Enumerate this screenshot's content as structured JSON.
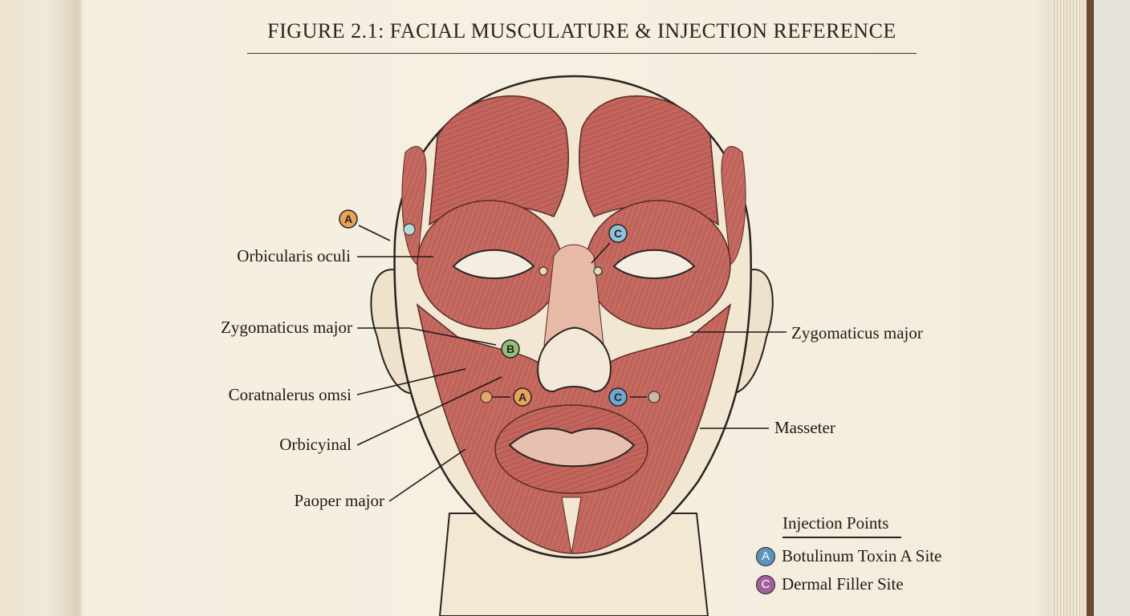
{
  "title": "FIGURE 2.1: FACIAL MUSCULATURE & INJECTION REFERENCE",
  "labels_left": [
    "Orbicularis oculi",
    "Zygomaticus major",
    "Coratnalerus omsi",
    "Orbicyinal",
    "Paoper major"
  ],
  "labels_right": [
    "Zygomaticus major",
    "Masseter"
  ],
  "markers": [
    {
      "letter": "A",
      "color": "#e8a25a"
    },
    {
      "letter": "B",
      "color": "#8fc07a"
    },
    {
      "letter": "A",
      "color": "#e8a25a"
    },
    {
      "letter": "C",
      "color": "#8ec3dd"
    },
    {
      "letter": "C",
      "color": "#6ea8d6"
    }
  ],
  "legend": {
    "title": "Injection Points",
    "items": [
      {
        "letter": "A",
        "label": "Botulinum Toxin A Site",
        "color": "#5a93bd"
      },
      {
        "letter": "C",
        "label": "Dermal Filler Site",
        "color": "#a0609e"
      }
    ]
  },
  "colors": {
    "muscle": "#c0635a",
    "skin": "#f0e6d2",
    "paper": "#f6f0e2"
  }
}
